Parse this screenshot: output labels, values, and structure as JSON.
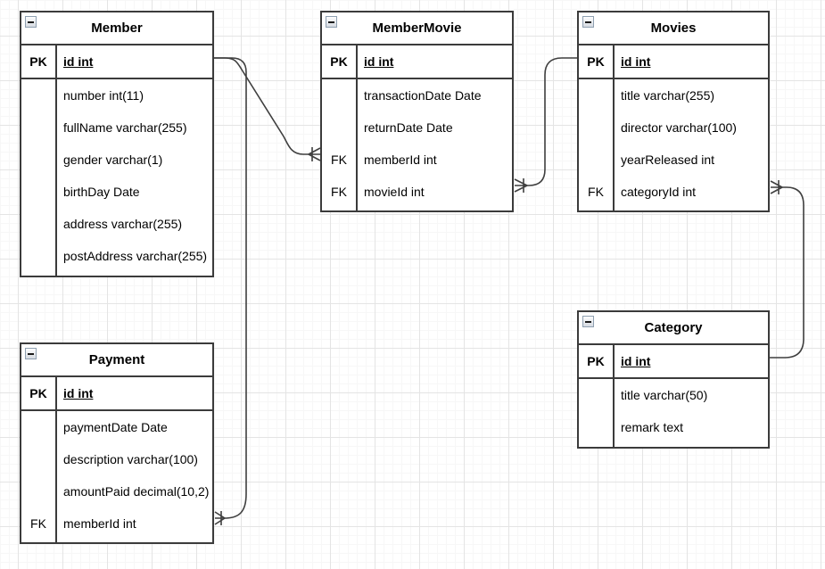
{
  "app": "diagram-canvas",
  "colors": {
    "table_border": "#3b3b3b",
    "connector": "#3f3f3f",
    "grid_major": "#e4e4e4",
    "grid_minor": "#f7f7f7",
    "background": "#ffffff"
  },
  "icons": {
    "collapse": "minus-square-icon"
  },
  "tables": {
    "member": {
      "title": "Member",
      "rows": [
        {
          "key": "PK",
          "field": "id int",
          "pk": true
        },
        {
          "key": "",
          "field": "number int(11)"
        },
        {
          "key": "",
          "field": "fullName varchar(255)"
        },
        {
          "key": "",
          "field": "gender varchar(1)"
        },
        {
          "key": "",
          "field": "birthDay Date"
        },
        {
          "key": "",
          "field": "address varchar(255)"
        },
        {
          "key": "",
          "field": "postAddress varchar(255)"
        }
      ]
    },
    "membermovie": {
      "title": "MemberMovie",
      "rows": [
        {
          "key": "PK",
          "field": "id int",
          "pk": true
        },
        {
          "key": "",
          "field": "transactionDate Date"
        },
        {
          "key": "",
          "field": "returnDate Date"
        },
        {
          "key": "FK",
          "field": "memberId int"
        },
        {
          "key": "FK",
          "field": "movieId int"
        }
      ]
    },
    "movies": {
      "title": "Movies",
      "rows": [
        {
          "key": "PK",
          "field": "id int",
          "pk": true
        },
        {
          "key": "",
          "field": "title varchar(255)"
        },
        {
          "key": "",
          "field": "director varchar(100)"
        },
        {
          "key": "",
          "field": "yearReleased int"
        },
        {
          "key": "FK",
          "field": "categoryId int"
        }
      ]
    },
    "category": {
      "title": "Category",
      "rows": [
        {
          "key": "PK",
          "field": "id int",
          "pk": true
        },
        {
          "key": "",
          "field": "title varchar(50)"
        },
        {
          "key": "",
          "field": "remark text"
        }
      ]
    },
    "payment": {
      "title": "Payment",
      "rows": [
        {
          "key": "PK",
          "field": "id int",
          "pk": true
        },
        {
          "key": "",
          "field": "paymentDate Date"
        },
        {
          "key": "",
          "field": "description varchar(100)"
        },
        {
          "key": "",
          "field": "amountPaid decimal(10,2)"
        },
        {
          "key": "FK",
          "field": "memberId int"
        }
      ]
    }
  },
  "relationships": [
    {
      "from": "Member.id",
      "to": "MemberMovie.memberId",
      "type": "one-to-many"
    },
    {
      "from": "Movies.id",
      "to": "MemberMovie.movieId",
      "type": "one-to-many"
    },
    {
      "from": "Category.id",
      "to": "Movies.categoryId",
      "type": "one-to-many"
    },
    {
      "from": "Member.id",
      "to": "Payment.memberId",
      "type": "one-to-many"
    }
  ]
}
